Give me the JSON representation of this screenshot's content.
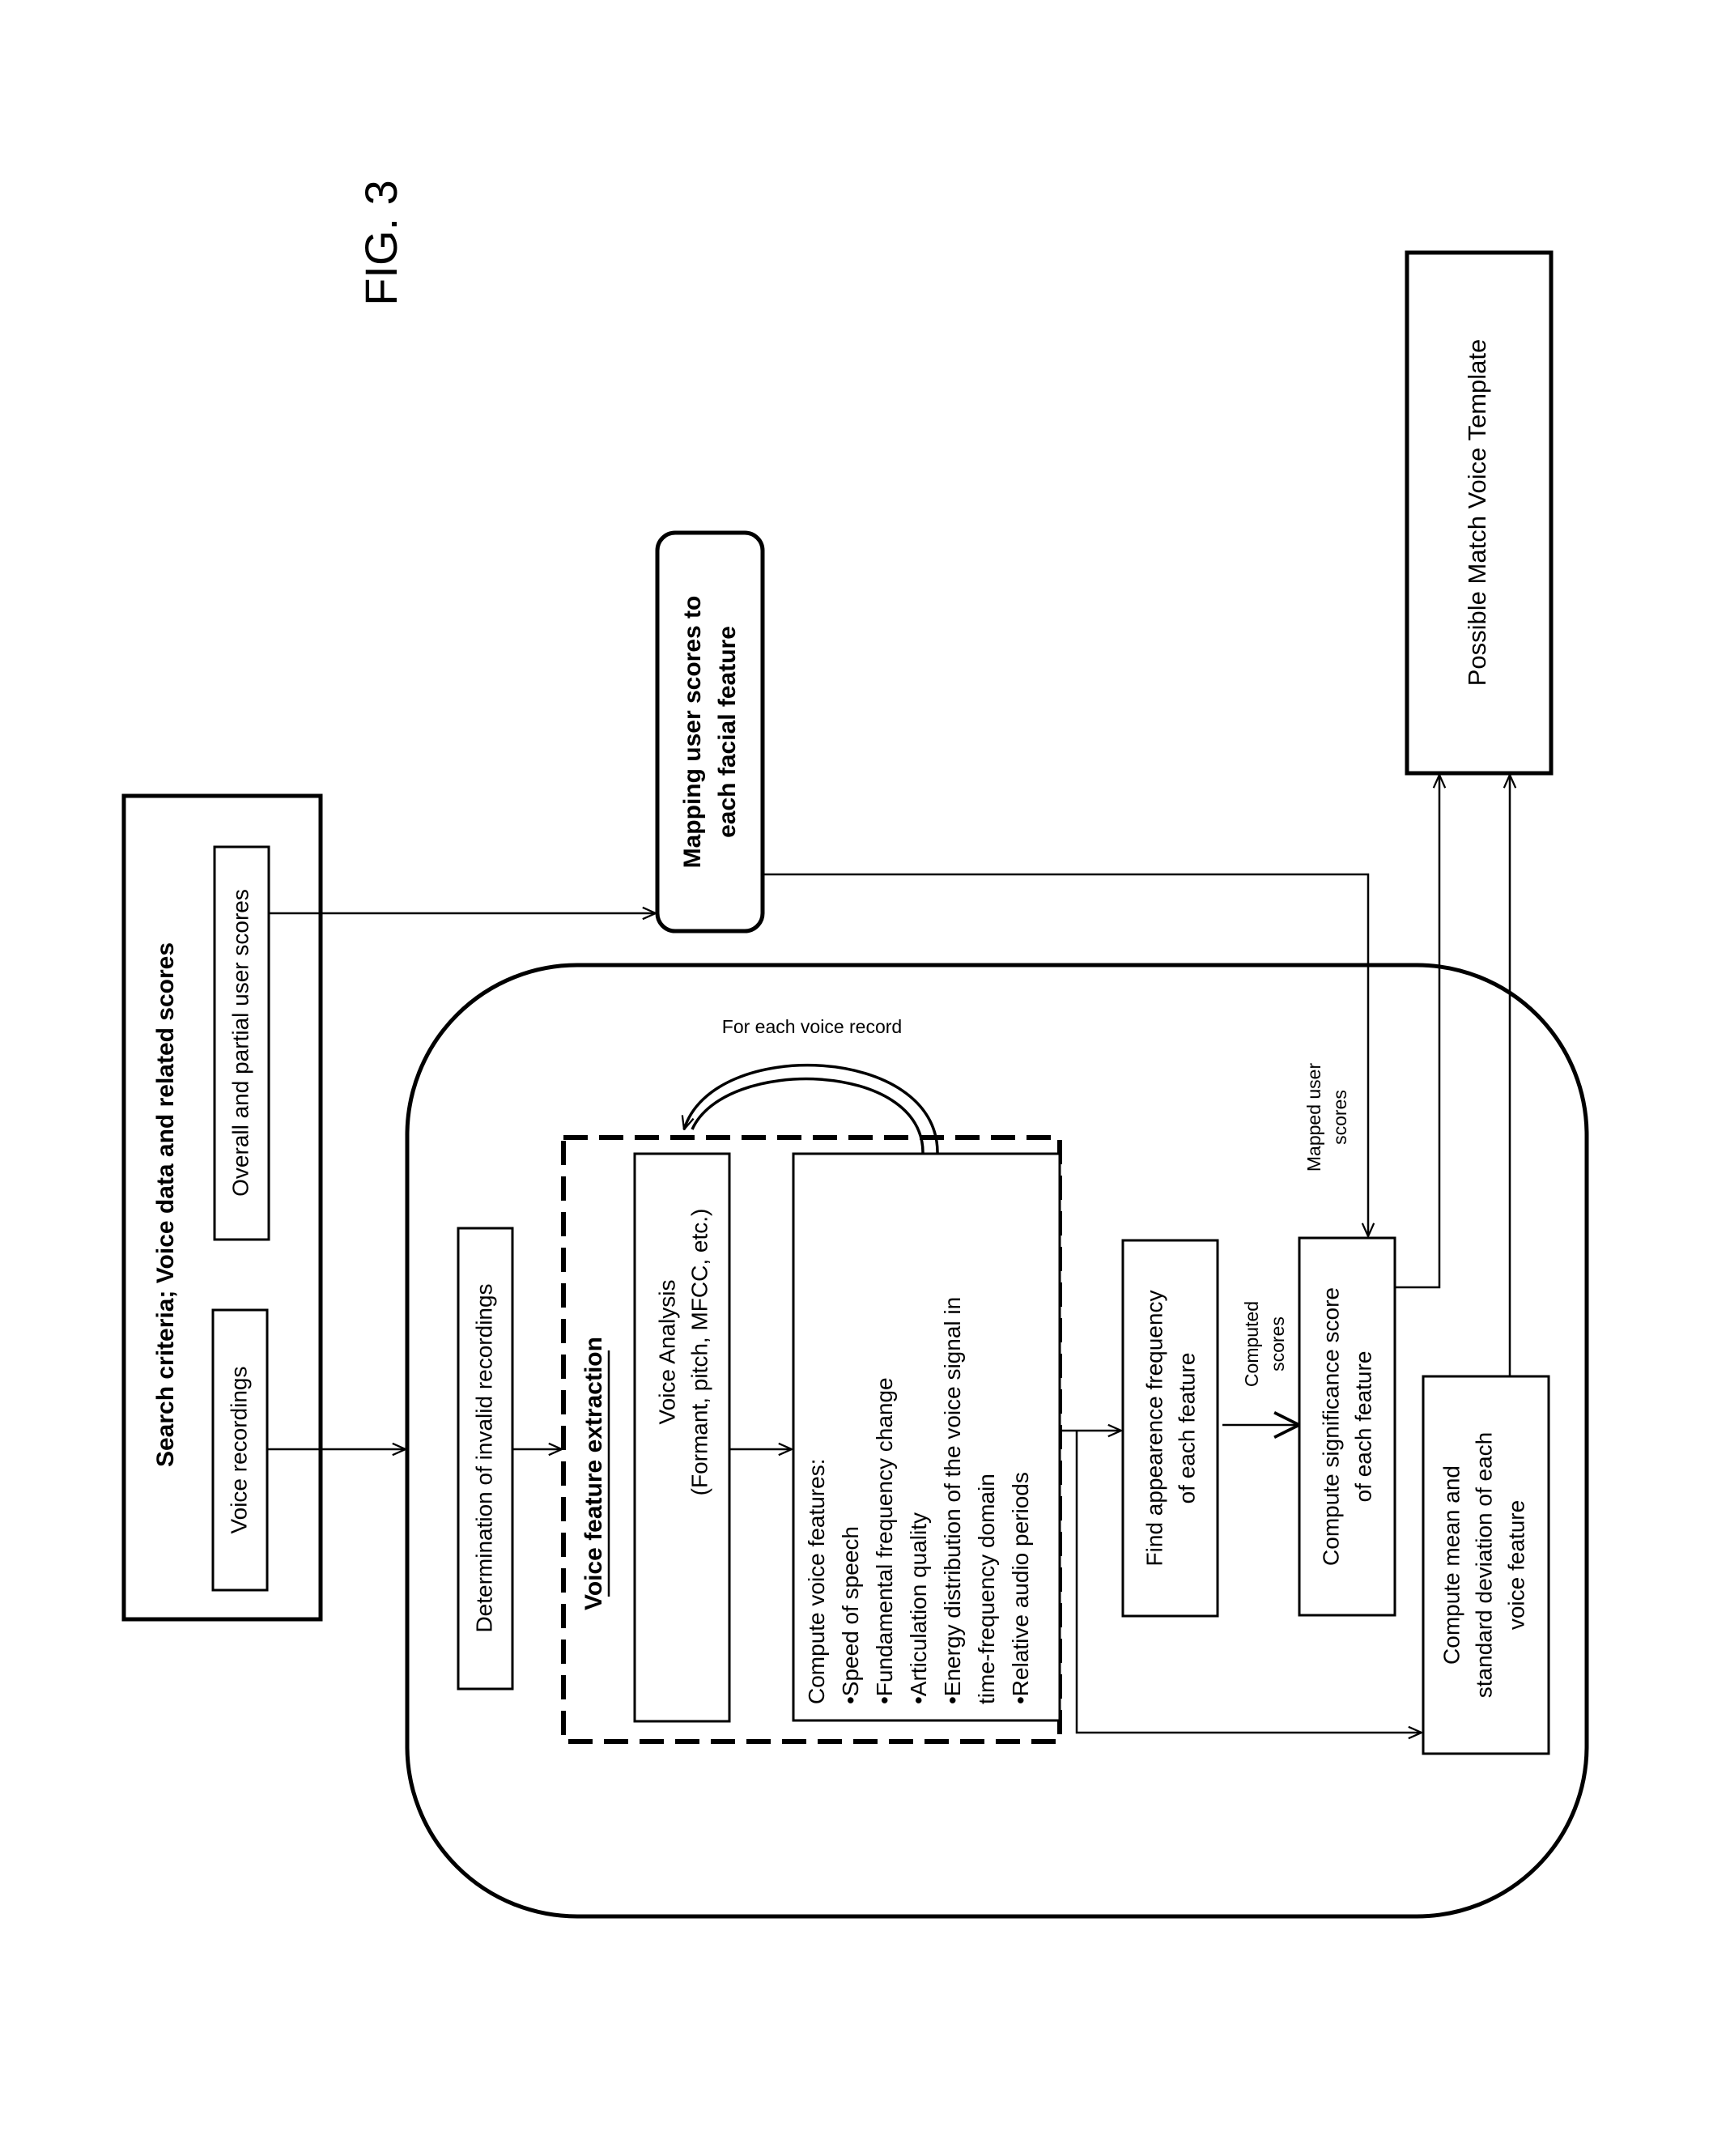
{
  "figure": {
    "label": "FIG. 3"
  },
  "search_box": {
    "title": "Search criteria; Voice data and related scores",
    "voice_recordings": "Voice recordings",
    "user_scores": "Overall and partial user scores"
  },
  "mapping_box": {
    "lines": [
      "Mapping user scores to",
      "each facial feature"
    ]
  },
  "match_box": {
    "label": "Possible Match Voice Template"
  },
  "process": {
    "loop_label": "For each voice record",
    "invalid_recordings": "Determination of invalid recordings",
    "extraction": {
      "title": "Voice feature extraction",
      "analysis": [
        "Voice Analysis",
        "(Formant, pitch, MFCC, etc.)"
      ],
      "compute": [
        "Compute voice features:",
        "•Speed  of speech",
        "•Fundamental frequency change",
        "•Articulation quality",
        "•Energy distribution of the voice signal in",
        "time-frequency domain",
        "•Relative audio periods"
      ]
    },
    "appearance": [
      "Find appearence frequency",
      "of each feature"
    ],
    "computed_scores": [
      "Computed",
      "scores"
    ],
    "mapped_user_scores": [
      "Mapped user",
      "scores"
    ],
    "significance": [
      "Compute significance score",
      "of each feature"
    ],
    "mean_std": [
      "Compute mean and",
      "standard deviation of each",
      "voice feature"
    ]
  }
}
